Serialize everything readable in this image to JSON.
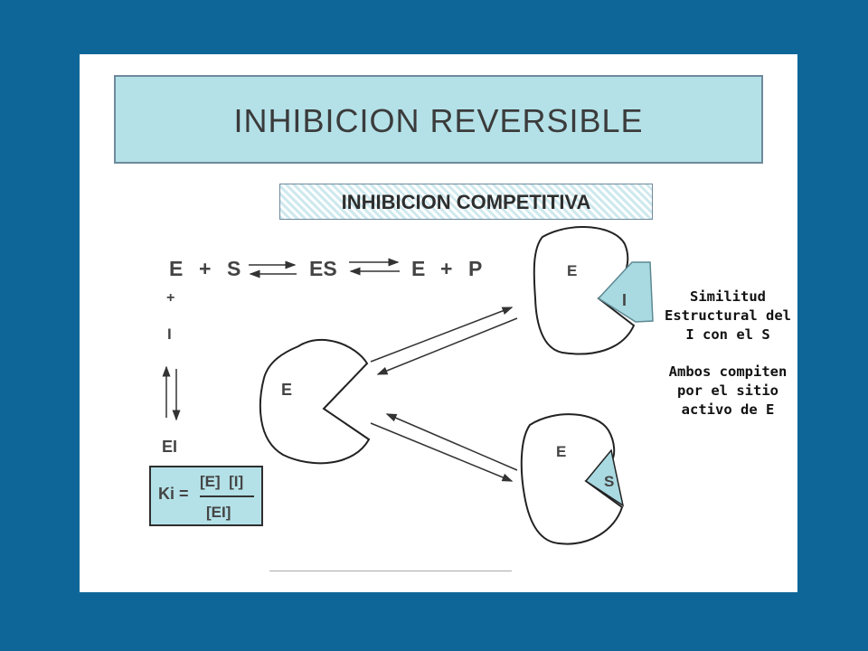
{
  "title": "INHIBICION REVERSIBLE",
  "subtitle": "INHIBICION COMPETITIVA",
  "equation": {
    "E": "E",
    "plus": "+",
    "S": "S",
    "ES": "ES",
    "P": "P",
    "I": "I",
    "EI": "EI"
  },
  "shapes": {
    "enzyme_label": "E",
    "inhibitor_label": "I",
    "substrate_label": "S"
  },
  "ki": {
    "label": "Ki =",
    "numerator": "[E]  [I]",
    "denominator": "[EI]"
  },
  "note": {
    "line1": "Similitud Estructural del I con el S",
    "line2": "Ambos compiten por el sitio activo de E"
  },
  "colors": {
    "background": "#0e6698",
    "title_fill": "#b4e1e8",
    "inhibitor_fill": "#a9dae2",
    "substrate_fill": "#a9dae2"
  }
}
